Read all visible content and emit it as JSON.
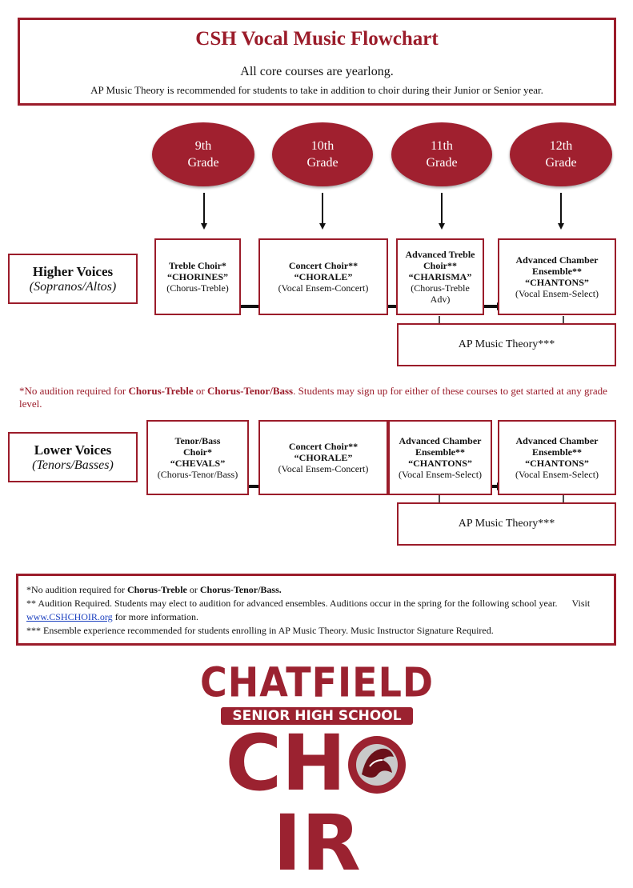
{
  "header": {
    "title": "CSH Vocal Music Flowchart",
    "line1": "All core courses are yearlong.",
    "line2": "AP Music Theory is recommended for students to take in addition to choir during their Junior or Senior year."
  },
  "grades": [
    {
      "line1": "9th",
      "line2": "Grade"
    },
    {
      "line1": "10th",
      "line2": "Grade"
    },
    {
      "line1": "11th",
      "line2": "Grade"
    },
    {
      "line1": "12th",
      "line2": "Grade"
    }
  ],
  "higher": {
    "title": "Higher Voices",
    "subtitle": "(Sopranos/Altos)",
    "courses": [
      {
        "name": "Treble Choir*",
        "nick": "“CHORINES”",
        "code": "(Chorus-Treble)"
      },
      {
        "name": "Concert Choir**",
        "nick": "“CHORALE”",
        "code": "(Vocal Ensem-Concert)"
      },
      {
        "name": "Advanced Treble Choir**",
        "nick": "“CHARISMA”",
        "code": "(Chorus-Treble Adv)"
      },
      {
        "name": "Advanced Chamber Ensemble**",
        "nick": "“CHANTONS”",
        "code": "(Vocal Ensem-Select)"
      }
    ],
    "ap": "AP Music Theory***"
  },
  "mid_note": {
    "prefix": "*No audition required for ",
    "b1": "Chorus-Treble",
    "mid": " or ",
    "b2": "Chorus-Tenor/Bass",
    "suffix": ". Students may sign up for either of these courses to get started at any grade level."
  },
  "lower": {
    "title": "Lower Voices",
    "subtitle": "(Tenors/Basses)",
    "courses": [
      {
        "name": "Tenor/Bass Choir*",
        "nick": "“CHEVALS”",
        "code": "(Chorus-Tenor/Bass)"
      },
      {
        "name": "Concert Choir**",
        "nick": "“CHORALE”",
        "code": "(Vocal Ensem-Concert)"
      },
      {
        "name": "Advanced Chamber Ensemble**",
        "nick": "“CHANTONS”",
        "code": "(Vocal Ensem-Select)"
      },
      {
        "name": "Advanced Chamber Ensemble**",
        "nick": "“CHANTONS”",
        "code": "(Vocal Ensem-Select)"
      }
    ],
    "ap": "AP Music Theory***"
  },
  "footer": {
    "l1_prefix": "*No audition required for ",
    "l1_b1": "Chorus-Treble",
    "l1_mid": " or ",
    "l1_b2": "Chorus-Tenor/Bass.",
    "l2": "** Audition Required. Students may elect to audition for advanced ensembles. Auditions occur in the spring for the following school year.",
    "l2_visit": "Visit ",
    "link": "www.CSHCHOIR.org",
    "l2_after": " for more information.",
    "l3": "*** Ensemble experience recommended for students enrolling in AP Music Theory.  Music Instructor Signature Required."
  },
  "logo": {
    "line1": "CHATFIELD",
    "line2": "SENIOR HIGH SCHOOL",
    "line3a": "CH",
    "line3b": "IR"
  },
  "colors": {
    "accent": "#9b1c2a",
    "oval": "#a0202f",
    "link": "#1a3fbf"
  }
}
